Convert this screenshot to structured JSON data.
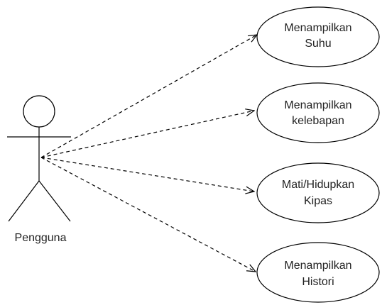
{
  "actor": {
    "name": "Pengguna"
  },
  "use_cases": [
    {
      "line1": "Menampilkan",
      "line2": "Suhu"
    },
    {
      "line1": "Menampilkan",
      "line2": "kelebapan"
    },
    {
      "line1": "Mati/Hidupkan",
      "line2": "Kipas"
    },
    {
      "line1": "Menampilkan",
      "line2": "Histori"
    }
  ],
  "colors": {
    "stroke": "#000000",
    "text": "#222222",
    "background": "#ffffff"
  }
}
